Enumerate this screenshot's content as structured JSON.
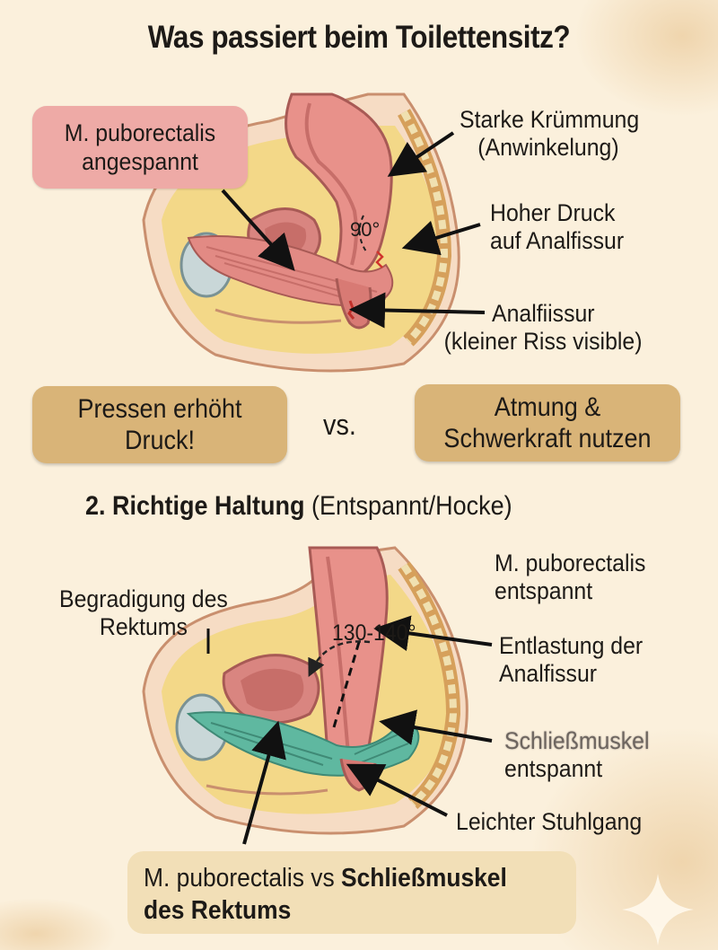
{
  "title": "Was passiert beim Toilettensitz?",
  "top_diagram": {
    "angle_label": "90°",
    "pink_label": [
      "M. puborectalis",
      "angespannt"
    ],
    "callout_curvature": [
      "Starke Krümmung",
      "(Anwinkelung)"
    ],
    "callout_pressure": [
      "Hoher Druck",
      "auf Analfissur"
    ],
    "callout_fissure": [
      "Analfiissur",
      "(kleiner Riss visible)"
    ]
  },
  "compare": {
    "left_box": [
      "Pressen erhöht",
      "Druck!"
    ],
    "vs": "vs.",
    "right_box": [
      "Atmung &",
      "Schwerkraft nutzen"
    ]
  },
  "section2": {
    "heading_bold": "2. Richtige Haltung",
    "heading_rest": " (Entspannt/Hocke)"
  },
  "bottom_diagram": {
    "angle_label": "130-140°",
    "label_straightening": [
      "Begradigung des",
      "Rektums"
    ],
    "label_puborectalis": [
      "M. puborectalis",
      "entspannt"
    ],
    "label_relief": [
      "Entlastung der",
      "Analfissur"
    ],
    "label_sphincter": [
      "Schließmuskel",
      "entspannt"
    ],
    "label_easy": "Leichter Stuhlgang"
  },
  "bottom_box": {
    "part1": "M. puborectalis vs ",
    "part2_bold": "Schließmuskel",
    "part3_bold": "des Rektums"
  },
  "colors": {
    "background": "#fbf0dc",
    "pink_box": "#eeaaa6",
    "gold_box": "#d9b478",
    "bottom_box": "#f2dfb7",
    "tissue": "#e8918a",
    "muscle_relaxed": "#5fb8a0",
    "fat": "#f2d77e"
  }
}
